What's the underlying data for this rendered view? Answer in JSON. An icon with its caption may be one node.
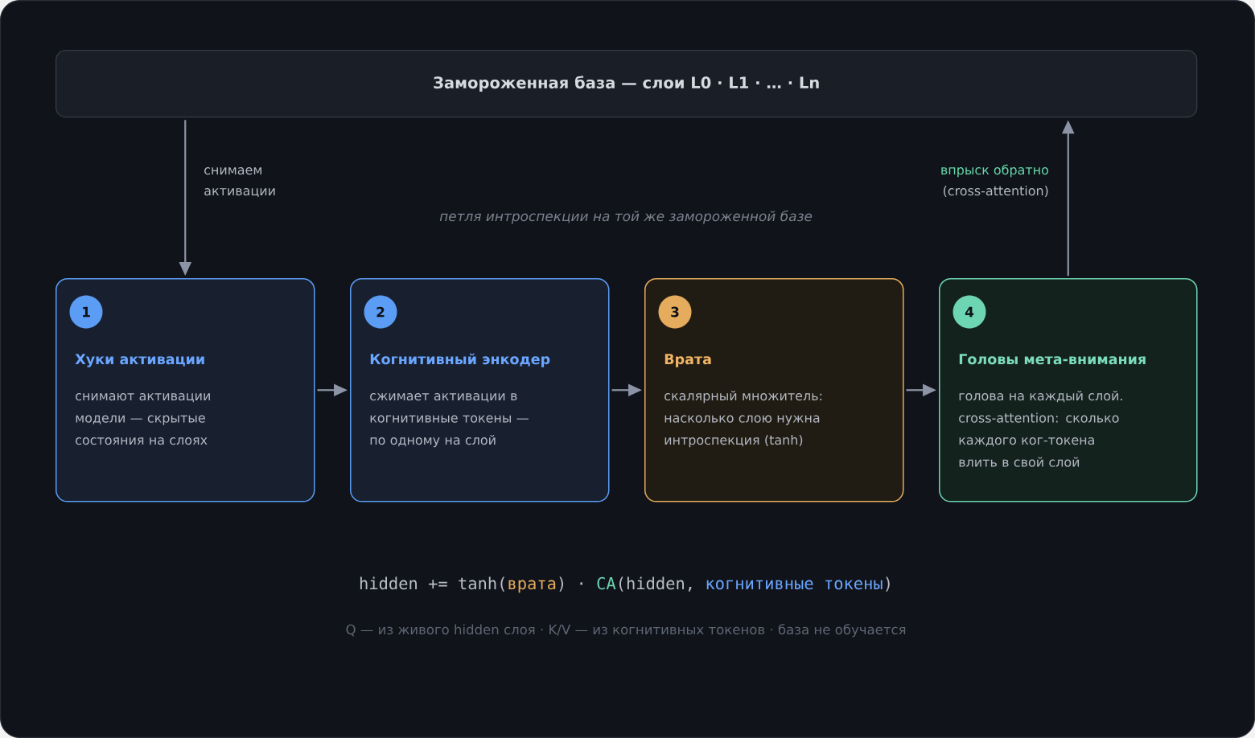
{
  "diagram": {
    "nodes": [
      {
        "text": [
          "Замороженная база — слои L0 · L1 · … · Ln"
        ]
      },
      {
        "text": [
          "Хуки активации",
          "снимают активации модели — скрытые состояния на слоях"
        ]
      },
      {
        "text": [
          "1"
        ],
        "in": 1
      },
      {
        "text": [
          "Когнитивный энкодер",
          "сжимает активации в когнитивные токены — по одному на слой"
        ]
      },
      {
        "text": [
          "2"
        ],
        "in": 3
      },
      {
        "text": [
          "Врата",
          "скалярный множитель: насколько слою нужна интроспекция (tanh)"
        ]
      },
      {
        "text": [
          "3"
        ],
        "in": 5
      },
      {
        "text": [
          "Головы мета-внимания",
          "голова на каждый слой. cross-attention: сколько каждого ког-токена влить в свой слой"
        ]
      },
      {
        "text": [
          "4"
        ],
        "in": 7
      }
    ],
    "edges": [
      {
        "from": 0,
        "to": 1,
        "arrow": "to",
        "label": "снимаем активации"
      },
      {
        "from": 1,
        "to": 3,
        "arrow": "to"
      },
      {
        "from": 3,
        "to": 5,
        "arrow": "to"
      },
      {
        "from": 5,
        "to": 7,
        "arrow": "to"
      },
      {
        "from": 7,
        "to": 0,
        "arrow": "to",
        "label": "впрыск обратно"
      }
    ],
    "labels": [
      "(cross-attention)",
      "петля интроспекции на той же замороженной базе",
      "hidden += tanh(",
      "врата",
      ") ·",
      "CA",
      "(hidden,",
      "когнитивные токены",
      ")",
      "Q — из живого hidden слоя · K/V — из когнитивных токенов · база не обучается"
    ]
  }
}
